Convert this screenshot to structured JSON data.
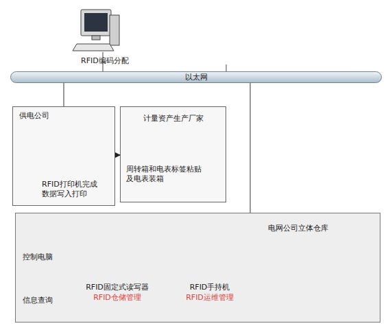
{
  "diagram": {
    "nodes": [
      {
        "text": [
          "以太网"
        ]
      },
      {
        "text": [
          "供电公司",
          "RFID打印机完成数据写入打印"
        ]
      },
      {
        "text": [
          "计量资产生产厂家",
          "周转箱和电表标签粘贴及电表装箱"
        ]
      },
      {
        "text": [
          "控制电脑",
          "信息查询",
          "RFID固定式读写器",
          "RFID仓储管理",
          "RFID手持机",
          "RFID运维管理",
          "电网公司立体仓库"
        ]
      }
    ],
    "edges": [
      {
        "from": 0,
        "to": 1,
        "arrow": "none"
      },
      {
        "from": 0,
        "to": 3,
        "arrow": "none"
      },
      {
        "from": 1,
        "to": 2,
        "arrow": "to"
      }
    ],
    "labels": [
      "RFID编码分配"
    ]
  }
}
